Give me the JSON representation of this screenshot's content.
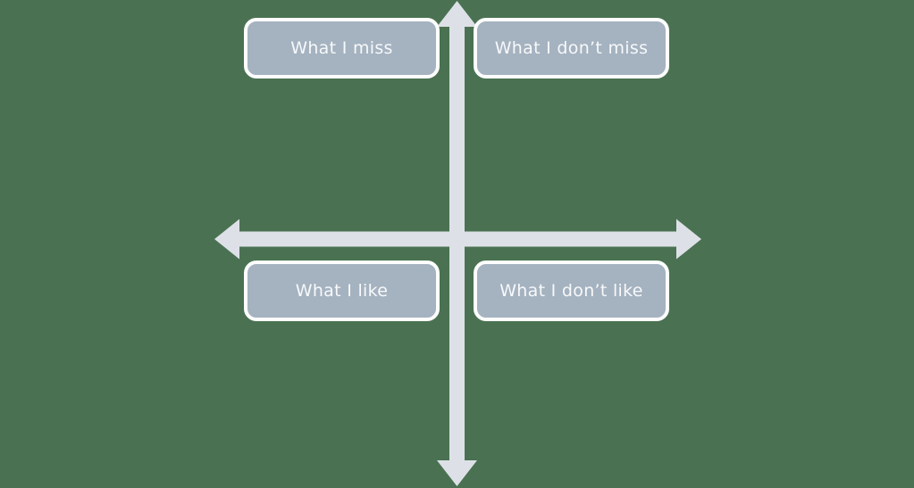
{
  "diagram": {
    "type": "quadrant-template",
    "quadrants": {
      "top_left": "What I miss",
      "top_right": "What I don’t miss",
      "bottom_left": "What I like",
      "bottom_right": "What I don’t like"
    },
    "icons": {
      "vertical_axis": "double-arrow-vertical",
      "horizontal_axis": "double-arrow-horizontal"
    }
  },
  "theme": {
    "background": "#4a7252",
    "arrow": "#dde1e7",
    "box_fill": "#a5b2c0",
    "box_border": "#fdfdfd",
    "text": "#f7f9fa"
  }
}
